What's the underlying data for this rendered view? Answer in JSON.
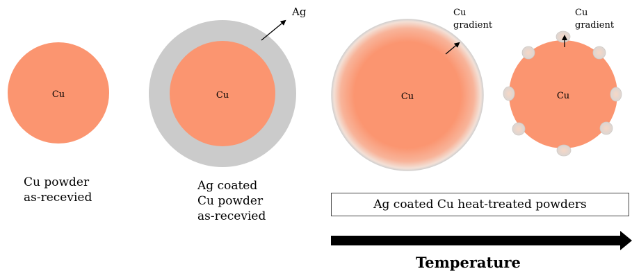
{
  "colors": {
    "copper": "#fb9570",
    "silver": "#cbcbcb",
    "silver_bump": "#e9ddd5",
    "arrow": "#000000"
  },
  "particles": {
    "cu_core_label": "Cu",
    "ag_shell_label": "Ag",
    "gradient_label_line1": "Cu",
    "gradient_label_line2": "gradient"
  },
  "captions": {
    "cu_powder": [
      "Cu powder",
      "as-recevied"
    ],
    "ag_coated": [
      "Ag coated",
      "Cu powder",
      "as-recevied"
    ],
    "heat_treated_box": "Ag coated Cu heat-treated powders",
    "temperature": "Temperature"
  }
}
